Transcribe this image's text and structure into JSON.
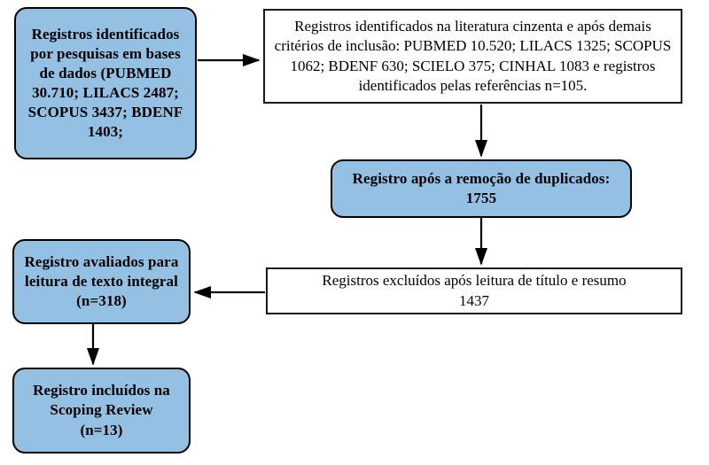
{
  "diagram": {
    "kind": "prisma-flow-diagram",
    "language": "pt-BR",
    "colors": {
      "box_fill_blue": "#93c0e3",
      "box_fill_white": "#ffffff",
      "border": "#000000",
      "text": "#000000",
      "background": "#ffffff"
    },
    "nodes": [
      {
        "id": "identificacao-bases",
        "style": "blue",
        "text": "Registros identificados por pesquisas em bases de dados (PUBMED 30.710; LILACS 2487; SCOPUS 3437; BDENF 1403;"
      },
      {
        "id": "literatura-cinzenta",
        "style": "white",
        "text": "Registros identificados na literatura cinzenta e após demais critérios de inclusão: PUBMED 10.520; LILACS 1325; SCOPUS 1062; BDENF 630; SCIELO 375; CINHAL 1083 e registros identificados pelas referências n=105."
      },
      {
        "id": "remocao-duplicados",
        "style": "blue",
        "text": "Registro após a remoção de duplicados: 1755"
      },
      {
        "id": "texto-integral",
        "style": "blue",
        "text": "Registro avaliados para leitura de texto integral (n=318)"
      },
      {
        "id": "excluidos-titulo-resumo",
        "style": "white",
        "text": "Registros excluídos após leitura de título e resumo\n1437"
      },
      {
        "id": "incluidos-scoping-review",
        "style": "blue",
        "text": "Registro incluídos na Scoping Review\n(n=13)"
      }
    ],
    "edges": [
      {
        "id": "edge-bases-to-cinzenta",
        "from": "identificacao-bases",
        "to": "literatura-cinzenta",
        "direction": "right"
      },
      {
        "id": "edge-cinzenta-to-duplicados",
        "from": "literatura-cinzenta",
        "to": "remocao-duplicados",
        "direction": "down"
      },
      {
        "id": "edge-duplicados-to-excluidos",
        "from": "remocao-duplicados",
        "to": "excluidos-titulo-resumo",
        "direction": "down"
      },
      {
        "id": "edge-excluidos-to-texto-integral",
        "from": "excluidos-titulo-resumo",
        "to": "texto-integral",
        "direction": "left"
      },
      {
        "id": "edge-texto-integral-to-incluidos",
        "from": "texto-integral",
        "to": "incluidos-scoping-review",
        "direction": "down"
      }
    ]
  }
}
